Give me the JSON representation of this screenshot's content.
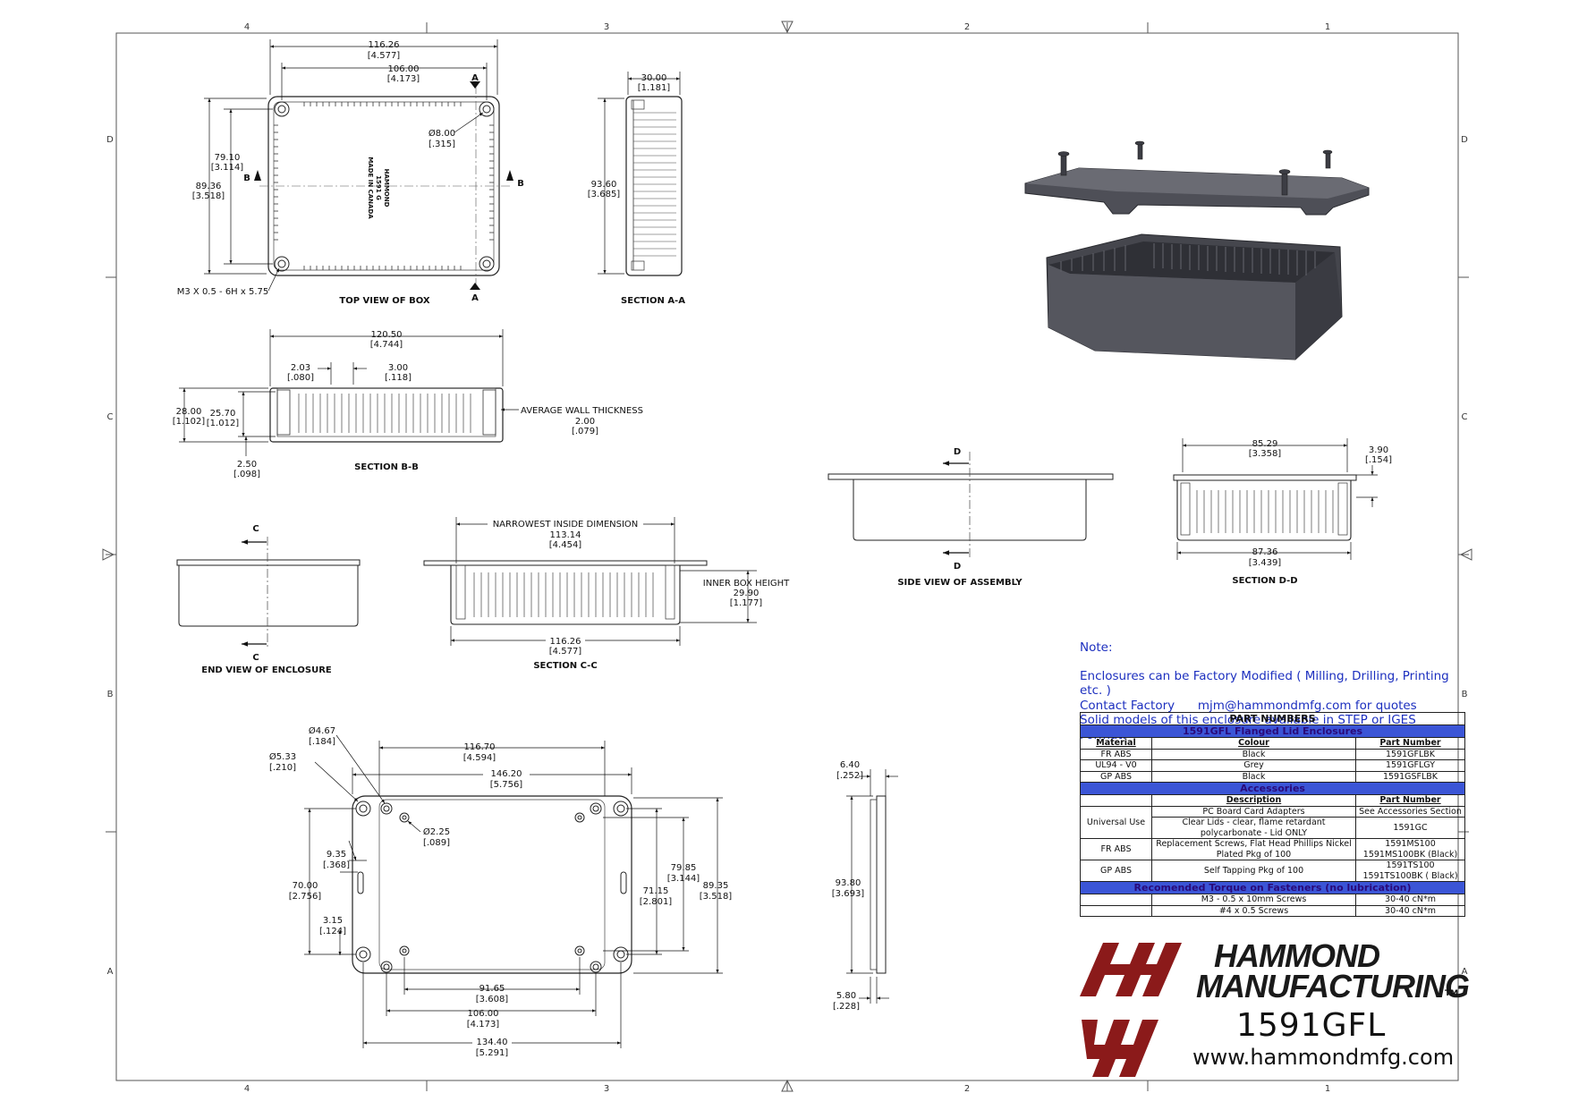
{
  "border": {
    "columns_top": [
      "4",
      "3",
      "2",
      "1"
    ],
    "rows_left": [
      "D",
      "C",
      "B",
      "A"
    ]
  },
  "views": {
    "top_view": {
      "title": "TOP VIEW OF BOX",
      "dims": {
        "w_outer": "116.26",
        "w_outer_in": "[4.577]",
        "w_inner": "106.00",
        "w_inner_in": "[4.173]",
        "hole_dia": "Ø8.00",
        "hole_dia_in": "[.315]",
        "h_79": "79.10",
        "h_79_in": "[3.114]",
        "h_89": "89.36",
        "h_89_in": "[3.518]",
        "thread": "M3 X 0.5 - 6H x 5.75"
      },
      "marks": {
        "a": "A",
        "b": "B"
      },
      "mold_text": [
        "HAMMOND",
        "1591 G",
        "MADE IN CANADA"
      ]
    },
    "section_aa": {
      "title": "SECTION A-A",
      "dims": {
        "w": "30.00",
        "w_in": "[1.181]",
        "h": "93.60",
        "h_in": "[3.685]"
      }
    },
    "section_bb": {
      "title": "SECTION B-B",
      "dims": {
        "w": "120.50",
        "w_in": "[4.744]",
        "rib": "2.03",
        "rib_in": "[.080]",
        "pitch": "3.00",
        "pitch_in": "[.118]",
        "h_outer": "28.00",
        "h_outer_in": "[1.102]",
        "h_inner": "25.70",
        "h_inner_in": "[1.012]",
        "bottom": "2.50",
        "bottom_in": "[.098]",
        "wall_label": "AVERAGE WALL THICKNESS",
        "wall": "2.00",
        "wall_in": "[.079]"
      }
    },
    "end_view": {
      "title": "END VIEW OF ENCLOSURE",
      "mark": "C"
    },
    "section_cc": {
      "title": "SECTION C-C",
      "dims": {
        "narrow_label": "NARROWEST INSIDE DIMENSION",
        "narrow": "113.14",
        "narrow_in": "[4.454]",
        "inner_h_label": "INNER BOX HEIGHT",
        "inner_h": "29.90",
        "inner_h_in": "[1.177]",
        "w": "116.26",
        "w_in": "[4.577]"
      }
    },
    "side_view": {
      "title": "SIDE VIEW OF ASSEMBLY",
      "mark": "D"
    },
    "section_dd": {
      "title": "SECTION D-D",
      "dims": {
        "top": "85.29",
        "top_in": "[3.358]",
        "lip": "3.90",
        "lip_in": "[.154]",
        "bottom": "87.36",
        "bottom_in": "[3.439]"
      }
    },
    "lid_view": {
      "dims": {
        "d467": "Ø4.67",
        "d467_in": "[.184]",
        "d533": "Ø5.33",
        "d533_in": "[.210]",
        "d225": "Ø2.25",
        "d225_in": "[.089]",
        "w11670": "116.70",
        "w11670_in": "[4.594]",
        "w14620": "146.20",
        "w14620_in": "[5.756]",
        "h935": "9.35",
        "h935_in": "[.368]",
        "h7000": "70.00",
        "h7000_in": "[2.756]",
        "h315": "3.15",
        "h315_in": "[.124]",
        "h7985": "79.85",
        "h7985_in": "[3.144]",
        "h7115": "71.15",
        "h7115_in": "[2.801]",
        "h8935": "89.35",
        "h8935_in": "[3.518]",
        "w9165": "91.65",
        "w9165_in": "[3.608]",
        "w10600": "106.00",
        "w10600_in": "[4.173]",
        "w13440": "134.40",
        "w13440_in": "[5.291]"
      }
    },
    "lid_side": {
      "dims": {
        "t640": "6.40",
        "t640_in": "[.252]",
        "h9380": "93.80",
        "h9380_in": "[3.693]",
        "t580": "5.80",
        "t580_in": "[.228]"
      }
    }
  },
  "notes": {
    "heading": "Note:",
    "line1": "Enclosures can be Factory Modified ( Milling, Drilling, Printing etc. )",
    "line2_a": "Contact Factory",
    "line2_b": "mjm@hammondmfg.com for quotes",
    "line3": "Solid models of this enclosure available in STEP or IGES Format."
  },
  "part_table": {
    "title": "PART NUMBERS",
    "band1": "1591GFL Flanged Lid Enclosures",
    "headers": [
      "Material",
      "Colour",
      "Part Number"
    ],
    "rows": [
      [
        "FR ABS",
        "Black",
        "1591GFLBK"
      ],
      [
        "UL94 - V0",
        "Grey",
        "1591GFLGY"
      ],
      [
        "GP ABS",
        "Black",
        "1591GSFLBK"
      ]
    ],
    "band2": "Accessories",
    "acc_headers": [
      "Description",
      "Part Number"
    ],
    "acc": {
      "universal": "Universal Use",
      "pcb_desc": "PC Board Card Adapters",
      "pcb_pn": "See Accessories Section",
      "lid_desc": "Clear Lids - clear, flame retardant polycarbonate - Lid ONLY",
      "lid_pn": "1591GC",
      "fr": "FR ABS",
      "screw_desc": "Replacement Screws, Flat Head Phillips Nickel Plated Pkg of 100",
      "screw_pn": "1591MS100 1591MS100BK (Black)",
      "gp": "GP ABS",
      "tap_desc": "Self Tapping Pkg of 100",
      "tap_pn": "1591TS100 1591TS100BK ( Black)"
    },
    "band3": "Recomended Torque on Fasteners (no lubrication)",
    "torque": [
      [
        "M3 - 0.5 x 10mm Screws",
        "30-40 cN*m"
      ],
      [
        "#4 x 0.5 Screws",
        "30-40 cN*m"
      ]
    ]
  },
  "brand": {
    "line1": "HAMMOND",
    "line2": "MANUFACTURING",
    "tm": "TM",
    "model": "1591GFL",
    "url": "www.hammondmfg.com",
    "logo_color": "#8b1a1a"
  },
  "colors": {
    "note_blue": "#1c2fbf",
    "band_blue": "#3b55d6",
    "enclosure_grey": "#4a4b52"
  }
}
